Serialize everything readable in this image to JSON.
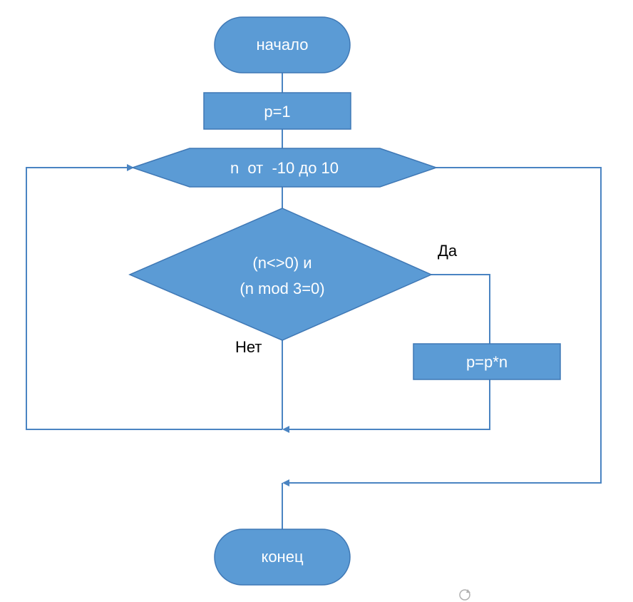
{
  "flowchart": {
    "start_label": "начало",
    "init_label": "p=1",
    "loop_label": "n  от  -10 до 10",
    "condition_line1": "(n<>0) и",
    "condition_line2": "(n mod 3=0)",
    "yes_label": "Да",
    "no_label": "Нет",
    "action_label": "p=p*n",
    "end_label": "конец"
  },
  "colors": {
    "shape_fill": "#5b9bd5",
    "shape_stroke": "#3f78b5",
    "line": "#4a84c2",
    "shape_text": "#ffffff",
    "edge_text": "#000000"
  }
}
